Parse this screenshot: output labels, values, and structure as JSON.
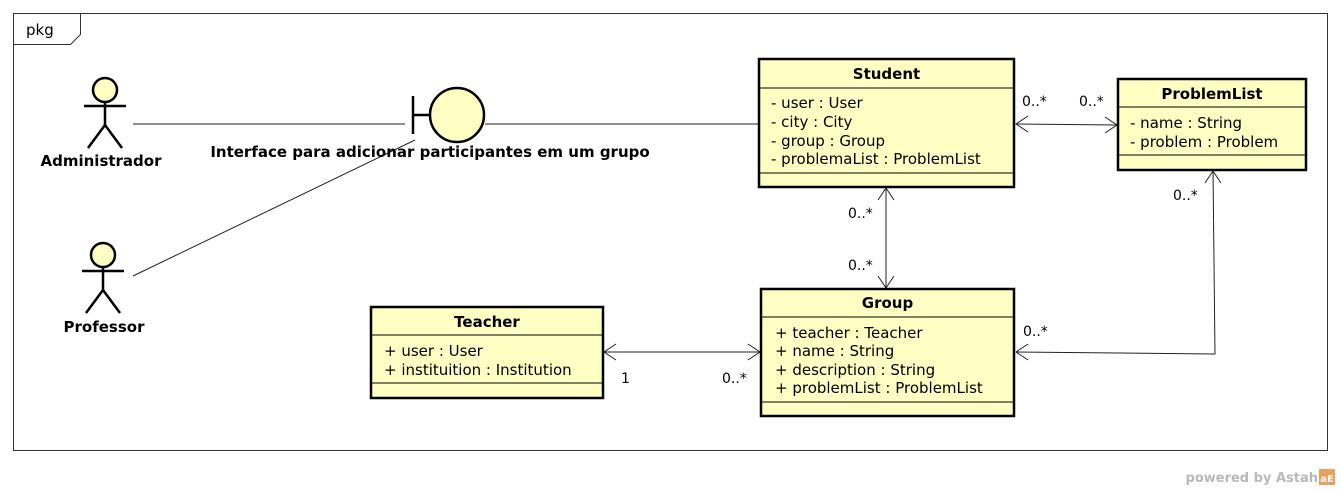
{
  "package": {
    "label": "pkg"
  },
  "actors": [
    {
      "name": "Administrador"
    },
    {
      "name": "Professor"
    }
  ],
  "boundary": {
    "label": "Interface para adicionar participantes em um grupo"
  },
  "classes": {
    "student": {
      "name": "Student",
      "attributes": [
        "- user : User",
        "- city : City",
        "- group : Group",
        "- problemaList : ProblemList"
      ]
    },
    "problemlist": {
      "name": "ProblemList",
      "attributes": [
        "- name : String",
        "- problem : Problem"
      ]
    },
    "group": {
      "name": "Group",
      "attributes": [
        "+ teacher : Teacher",
        "+ name : String",
        "+ description : String",
        "+ problemList : ProblemList"
      ]
    },
    "teacher": {
      "name": "Teacher",
      "attributes": [
        "+ user : User",
        "+ instituition : Institution"
      ]
    }
  },
  "multiplicities": {
    "student_problemlist_student_end": "0..*",
    "student_problemlist_problemlist_end": "0..*",
    "student_group_student_end": "0..*",
    "student_group_group_end": "0..*",
    "problemlist_group_problemlist_end": "0..*",
    "problemlist_group_group_end": "0..*",
    "teacher_group_teacher_end": "1",
    "teacher_group_group_end": "0..*"
  },
  "footer": {
    "text": "powered by Astah",
    "logo_text": "aE"
  },
  "colors": {
    "class_fill": "#ffffc4",
    "border": "#000000",
    "footer_text": "#b9b9b9",
    "logo": "#e8a05a"
  }
}
